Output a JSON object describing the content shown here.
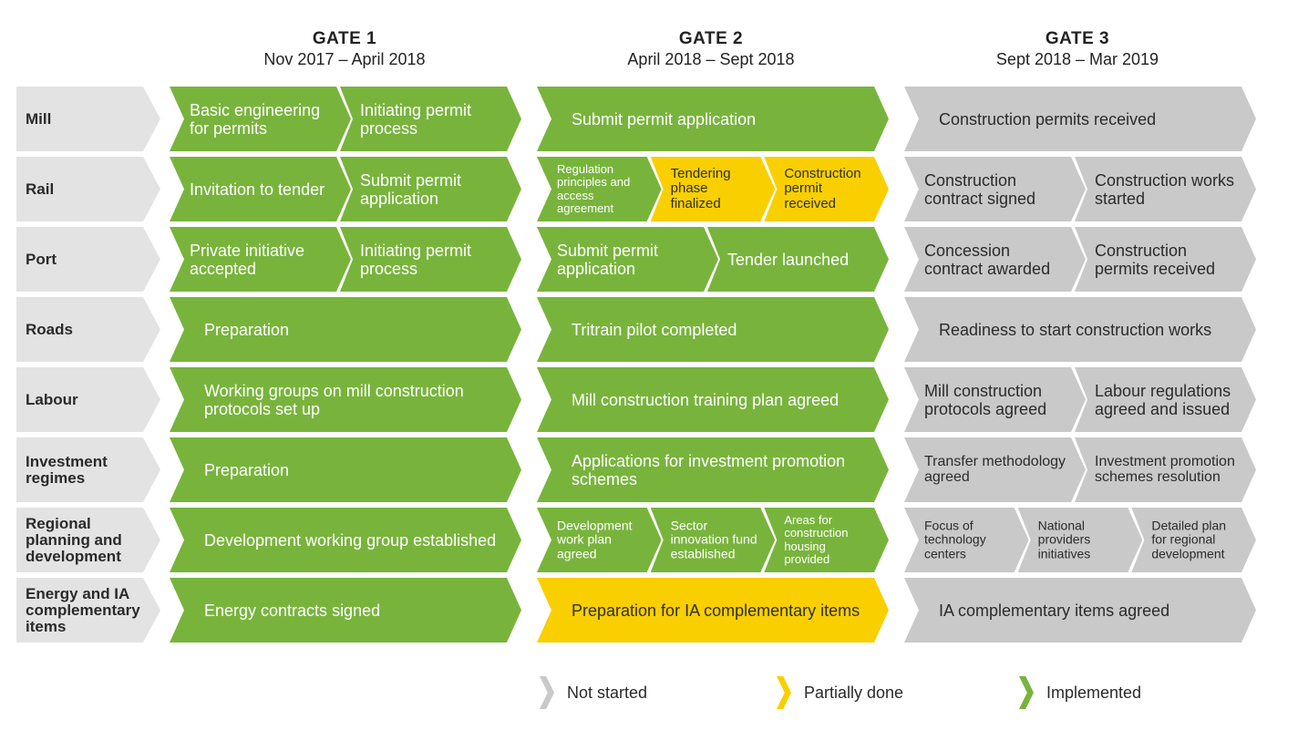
{
  "gates": [
    {
      "title": "GATE 1",
      "range": "Nov 2017 – April 2018"
    },
    {
      "title": "GATE 2",
      "range": "April 2018 – Sept 2018"
    },
    {
      "title": "GATE 3",
      "range": "Sept 2018 – Mar 2019"
    }
  ],
  "colors": {
    "implemented": "#78b43c",
    "partial": "#f9cf00",
    "not_started": "#c9c9ca",
    "label_bg": "#e3e3e3"
  },
  "rows": [
    {
      "label": "Mill",
      "gates": [
        [
          {
            "text": "Basic engineering for permits",
            "status": "green"
          },
          {
            "text": "Initiating permit process",
            "status": "green"
          }
        ],
        [
          {
            "text": "Submit permit application",
            "status": "green"
          }
        ],
        [
          {
            "text": "Construction permits received",
            "status": "grey"
          }
        ]
      ]
    },
    {
      "label": "Rail",
      "gates": [
        [
          {
            "text": "Invitation to tender",
            "status": "green"
          },
          {
            "text": "Submit permit application",
            "status": "green"
          }
        ],
        [
          {
            "text": "Regulation principles and access agreement",
            "status": "green",
            "small": true
          },
          {
            "text": "Tendering phase finalized",
            "status": "yellow"
          },
          {
            "text": "Construction permit received",
            "status": "yellow"
          }
        ],
        [
          {
            "text": "Construction contract signed",
            "status": "grey"
          },
          {
            "text": "Construction works started",
            "status": "grey"
          }
        ]
      ]
    },
    {
      "label": "Port",
      "gates": [
        [
          {
            "text": "Private initiative accepted",
            "status": "green"
          },
          {
            "text": "Initiating permit process",
            "status": "green"
          }
        ],
        [
          {
            "text": "Submit permit application",
            "status": "green"
          },
          {
            "text": "Tender launched",
            "status": "green"
          }
        ],
        [
          {
            "text": "Concession contract awarded",
            "status": "grey"
          },
          {
            "text": "Construction permits received",
            "status": "grey"
          }
        ]
      ]
    },
    {
      "label": "Roads",
      "gates": [
        [
          {
            "text": "Preparation",
            "status": "green"
          }
        ],
        [
          {
            "text": "Tritrain pilot completed",
            "status": "green"
          }
        ],
        [
          {
            "text": "Readiness to start construction works",
            "status": "grey"
          }
        ]
      ]
    },
    {
      "label": "Labour",
      "gates": [
        [
          {
            "text": "Working groups on mill construction protocols set up",
            "status": "green"
          }
        ],
        [
          {
            "text": "Mill construction training plan agreed",
            "status": "green"
          }
        ],
        [
          {
            "text": "Mill construction protocols agreed",
            "status": "grey"
          },
          {
            "text": "Labour regulations agreed and issued",
            "status": "grey"
          }
        ]
      ]
    },
    {
      "label": "Investment regimes",
      "gates": [
        [
          {
            "text": "Preparation",
            "status": "green"
          }
        ],
        [
          {
            "text": "Applications for investment promotion schemes",
            "status": "green"
          }
        ],
        [
          {
            "text": "Transfer methodology agreed",
            "status": "grey",
            "small": true
          },
          {
            "text": "Investment promotion schemes resolution",
            "status": "grey",
            "small": true
          }
        ]
      ]
    },
    {
      "label": "Regional planning and development",
      "gates": [
        [
          {
            "text": "Development working group established",
            "status": "green"
          }
        ],
        [
          {
            "text": "Development work plan agreed",
            "status": "green",
            "small": true
          },
          {
            "text": "Sector innovation fund established",
            "status": "green",
            "small": true
          },
          {
            "text": "Areas for construction housing provided",
            "status": "green",
            "small": true
          }
        ],
        [
          {
            "text": "Focus of technology centers",
            "status": "grey",
            "small": true
          },
          {
            "text": "National providers initiatives",
            "status": "grey",
            "small": true
          },
          {
            "text": "Detailed plan for regional development",
            "status": "grey",
            "small": true
          }
        ]
      ]
    },
    {
      "label": "Energy and IA complementary items",
      "gates": [
        [
          {
            "text": "Energy contracts signed",
            "status": "green"
          }
        ],
        [
          {
            "text": "Preparation for IA complementary items",
            "status": "yellow"
          }
        ],
        [
          {
            "text": "IA complementary items agreed",
            "status": "grey"
          }
        ]
      ]
    }
  ],
  "legend": [
    {
      "label": "Not started",
      "color": "#c9c9ca"
    },
    {
      "label": "Partially done",
      "color": "#f9cf00"
    },
    {
      "label": "Implemented",
      "color": "#78b43c"
    }
  ]
}
